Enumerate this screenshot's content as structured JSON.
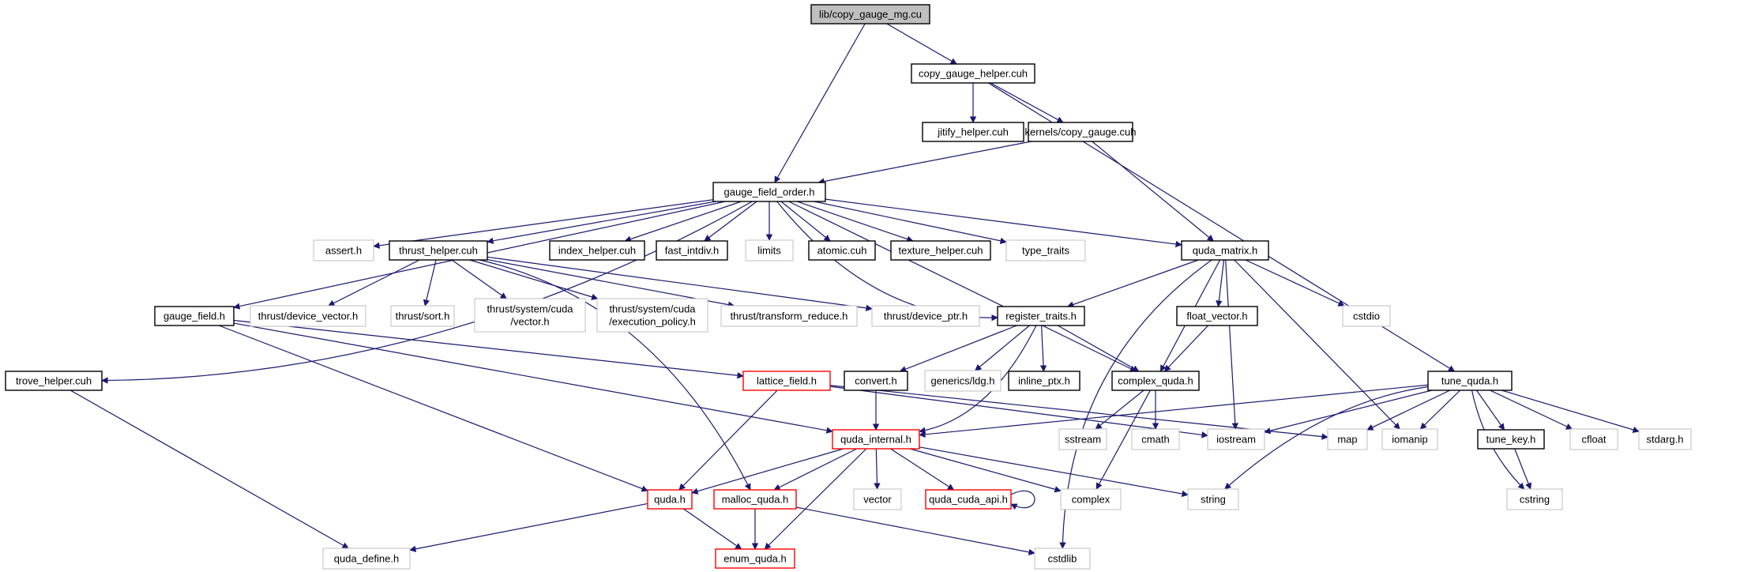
{
  "colors": {
    "edge": "#191970",
    "border_normal": "#000000",
    "border_external": "#bfbfbf",
    "border_truncated": "#ff0000",
    "root_fill": "#bfbfbf",
    "node_fill": "#ffffff"
  },
  "nodes": {
    "n0": {
      "label": "lib/copy_gauge_mg.cu",
      "kind": "root"
    },
    "n1": {
      "label": "copy_gauge_helper.cuh",
      "kind": "normal"
    },
    "n2": {
      "label": "jitify_helper.cuh",
      "kind": "normal"
    },
    "n3": {
      "label": "kernels/copy_gauge.cuh",
      "kind": "normal"
    },
    "n4": {
      "label": "gauge_field_order.h",
      "kind": "normal"
    },
    "n5": {
      "label": "assert.h",
      "kind": "external"
    },
    "n6": {
      "label": "thrust_helper.cuh",
      "kind": "normal"
    },
    "n7": {
      "label": "index_helper.cuh",
      "kind": "normal"
    },
    "n8": {
      "label": "fast_intdiv.h",
      "kind": "normal"
    },
    "n9": {
      "label": "limits",
      "kind": "external"
    },
    "n10": {
      "label": "atomic.cuh",
      "kind": "normal"
    },
    "n11": {
      "label": "texture_helper.cuh",
      "kind": "normal"
    },
    "n12": {
      "label": "type_traits",
      "kind": "external"
    },
    "n13": {
      "label": "quda_matrix.h",
      "kind": "normal"
    },
    "n14": {
      "label": "gauge_field.h",
      "kind": "normal"
    },
    "n15": {
      "label": "thrust/device_vector.h",
      "kind": "external"
    },
    "n16": {
      "label": "thrust/sort.h",
      "kind": "external"
    },
    "n17": {
      "lines": [
        "thrust/system/cuda",
        "/vector.h"
      ],
      "kind": "external"
    },
    "n18": {
      "lines": [
        "thrust/system/cuda",
        "/execution_policy.h"
      ],
      "kind": "external"
    },
    "n19": {
      "label": "thrust/transform_reduce.h",
      "kind": "external"
    },
    "n20": {
      "label": "thrust/device_ptr.h",
      "kind": "external"
    },
    "n21": {
      "label": "register_traits.h",
      "kind": "normal"
    },
    "n22": {
      "label": "float_vector.h",
      "kind": "normal"
    },
    "n23": {
      "label": "cstdio",
      "kind": "external"
    },
    "n24": {
      "label": "trove_helper.cuh",
      "kind": "normal"
    },
    "n25": {
      "label": "lattice_field.h",
      "kind": "truncated"
    },
    "n26": {
      "label": "convert.h",
      "kind": "normal"
    },
    "n27": {
      "label": "generics/ldg.h",
      "kind": "external"
    },
    "n28": {
      "label": "inline_ptx.h",
      "kind": "normal"
    },
    "n29": {
      "label": "complex_quda.h",
      "kind": "normal"
    },
    "n30": {
      "label": "tune_quda.h",
      "kind": "normal"
    },
    "n31": {
      "label": "quda_internal.h",
      "kind": "truncated"
    },
    "n32": {
      "label": "sstream",
      "kind": "external"
    },
    "n33": {
      "label": "cmath",
      "kind": "external"
    },
    "n34": {
      "label": "iostream",
      "kind": "external"
    },
    "n35": {
      "label": "map",
      "kind": "external"
    },
    "n36": {
      "label": "iomanip",
      "kind": "external"
    },
    "n37": {
      "label": "tune_key.h",
      "kind": "normal"
    },
    "n38": {
      "label": "cfloat",
      "kind": "external"
    },
    "n39": {
      "label": "stdarg.h",
      "kind": "external"
    },
    "n40": {
      "label": "quda.h",
      "kind": "truncated"
    },
    "n41": {
      "label": "malloc_quda.h",
      "kind": "truncated"
    },
    "n42": {
      "label": "vector",
      "kind": "external"
    },
    "n43": {
      "label": "quda_cuda_api.h",
      "kind": "truncated"
    },
    "n44": {
      "label": "complex",
      "kind": "external"
    },
    "n45": {
      "label": "string",
      "kind": "external"
    },
    "n46": {
      "label": "cstring",
      "kind": "external"
    },
    "n47": {
      "label": "quda_define.h",
      "kind": "external"
    },
    "n48": {
      "label": "enum_quda.h",
      "kind": "truncated"
    },
    "n49": {
      "label": "cstdlib",
      "kind": "external"
    }
  },
  "edges": [
    [
      "n0",
      "n1"
    ],
    [
      "n0",
      "n4"
    ],
    [
      "n1",
      "n2"
    ],
    [
      "n1",
      "n3"
    ],
    [
      "n1",
      "n30"
    ],
    [
      "n3",
      "n4"
    ],
    [
      "n3",
      "n13"
    ],
    [
      "n4",
      "n5"
    ],
    [
      "n4",
      "n6"
    ],
    [
      "n4",
      "n7"
    ],
    [
      "n4",
      "n8"
    ],
    [
      "n4",
      "n9"
    ],
    [
      "n4",
      "n10"
    ],
    [
      "n4",
      "n11"
    ],
    [
      "n4",
      "n12"
    ],
    [
      "n4",
      "n13"
    ],
    [
      "n4",
      "n14"
    ],
    [
      "n4",
      "n24"
    ],
    [
      "n4",
      "n21"
    ],
    [
      "n4",
      "n29"
    ],
    [
      "n6",
      "n15"
    ],
    [
      "n6",
      "n16"
    ],
    [
      "n6",
      "n17"
    ],
    [
      "n6",
      "n18"
    ],
    [
      "n6",
      "n19"
    ],
    [
      "n6",
      "n20"
    ],
    [
      "n6",
      "n41"
    ],
    [
      "n13",
      "n21"
    ],
    [
      "n13",
      "n22"
    ],
    [
      "n13",
      "n23"
    ],
    [
      "n13",
      "n29"
    ],
    [
      "n13",
      "n34"
    ],
    [
      "n13",
      "n36"
    ],
    [
      "n13",
      "n49"
    ],
    [
      "n14",
      "n25"
    ],
    [
      "n14",
      "n31"
    ],
    [
      "n14",
      "n40"
    ],
    [
      "n21",
      "n26"
    ],
    [
      "n21",
      "n27"
    ],
    [
      "n21",
      "n28"
    ],
    [
      "n21",
      "n29"
    ],
    [
      "n21",
      "n31"
    ],
    [
      "n22",
      "n29"
    ],
    [
      "n24",
      "n47"
    ],
    [
      "n25",
      "n40"
    ],
    [
      "n25",
      "n34"
    ],
    [
      "n25",
      "n35"
    ],
    [
      "n26",
      "n31"
    ],
    [
      "n29",
      "n32"
    ],
    [
      "n29",
      "n33"
    ],
    [
      "n29",
      "n44"
    ],
    [
      "n30",
      "n31"
    ],
    [
      "n30",
      "n34"
    ],
    [
      "n30",
      "n35"
    ],
    [
      "n30",
      "n36"
    ],
    [
      "n30",
      "n37"
    ],
    [
      "n30",
      "n38"
    ],
    [
      "n30",
      "n39"
    ],
    [
      "n30",
      "n45"
    ],
    [
      "n30",
      "n46"
    ],
    [
      "n31",
      "n40"
    ],
    [
      "n31",
      "n41"
    ],
    [
      "n31",
      "n42"
    ],
    [
      "n31",
      "n43"
    ],
    [
      "n31",
      "n44"
    ],
    [
      "n31",
      "n45"
    ],
    [
      "n31",
      "n48"
    ],
    [
      "n37",
      "n46"
    ],
    [
      "n40",
      "n47"
    ],
    [
      "n40",
      "n48"
    ],
    [
      "n41",
      "n48"
    ],
    [
      "n41",
      "n49"
    ],
    [
      "n43",
      "n43"
    ]
  ]
}
